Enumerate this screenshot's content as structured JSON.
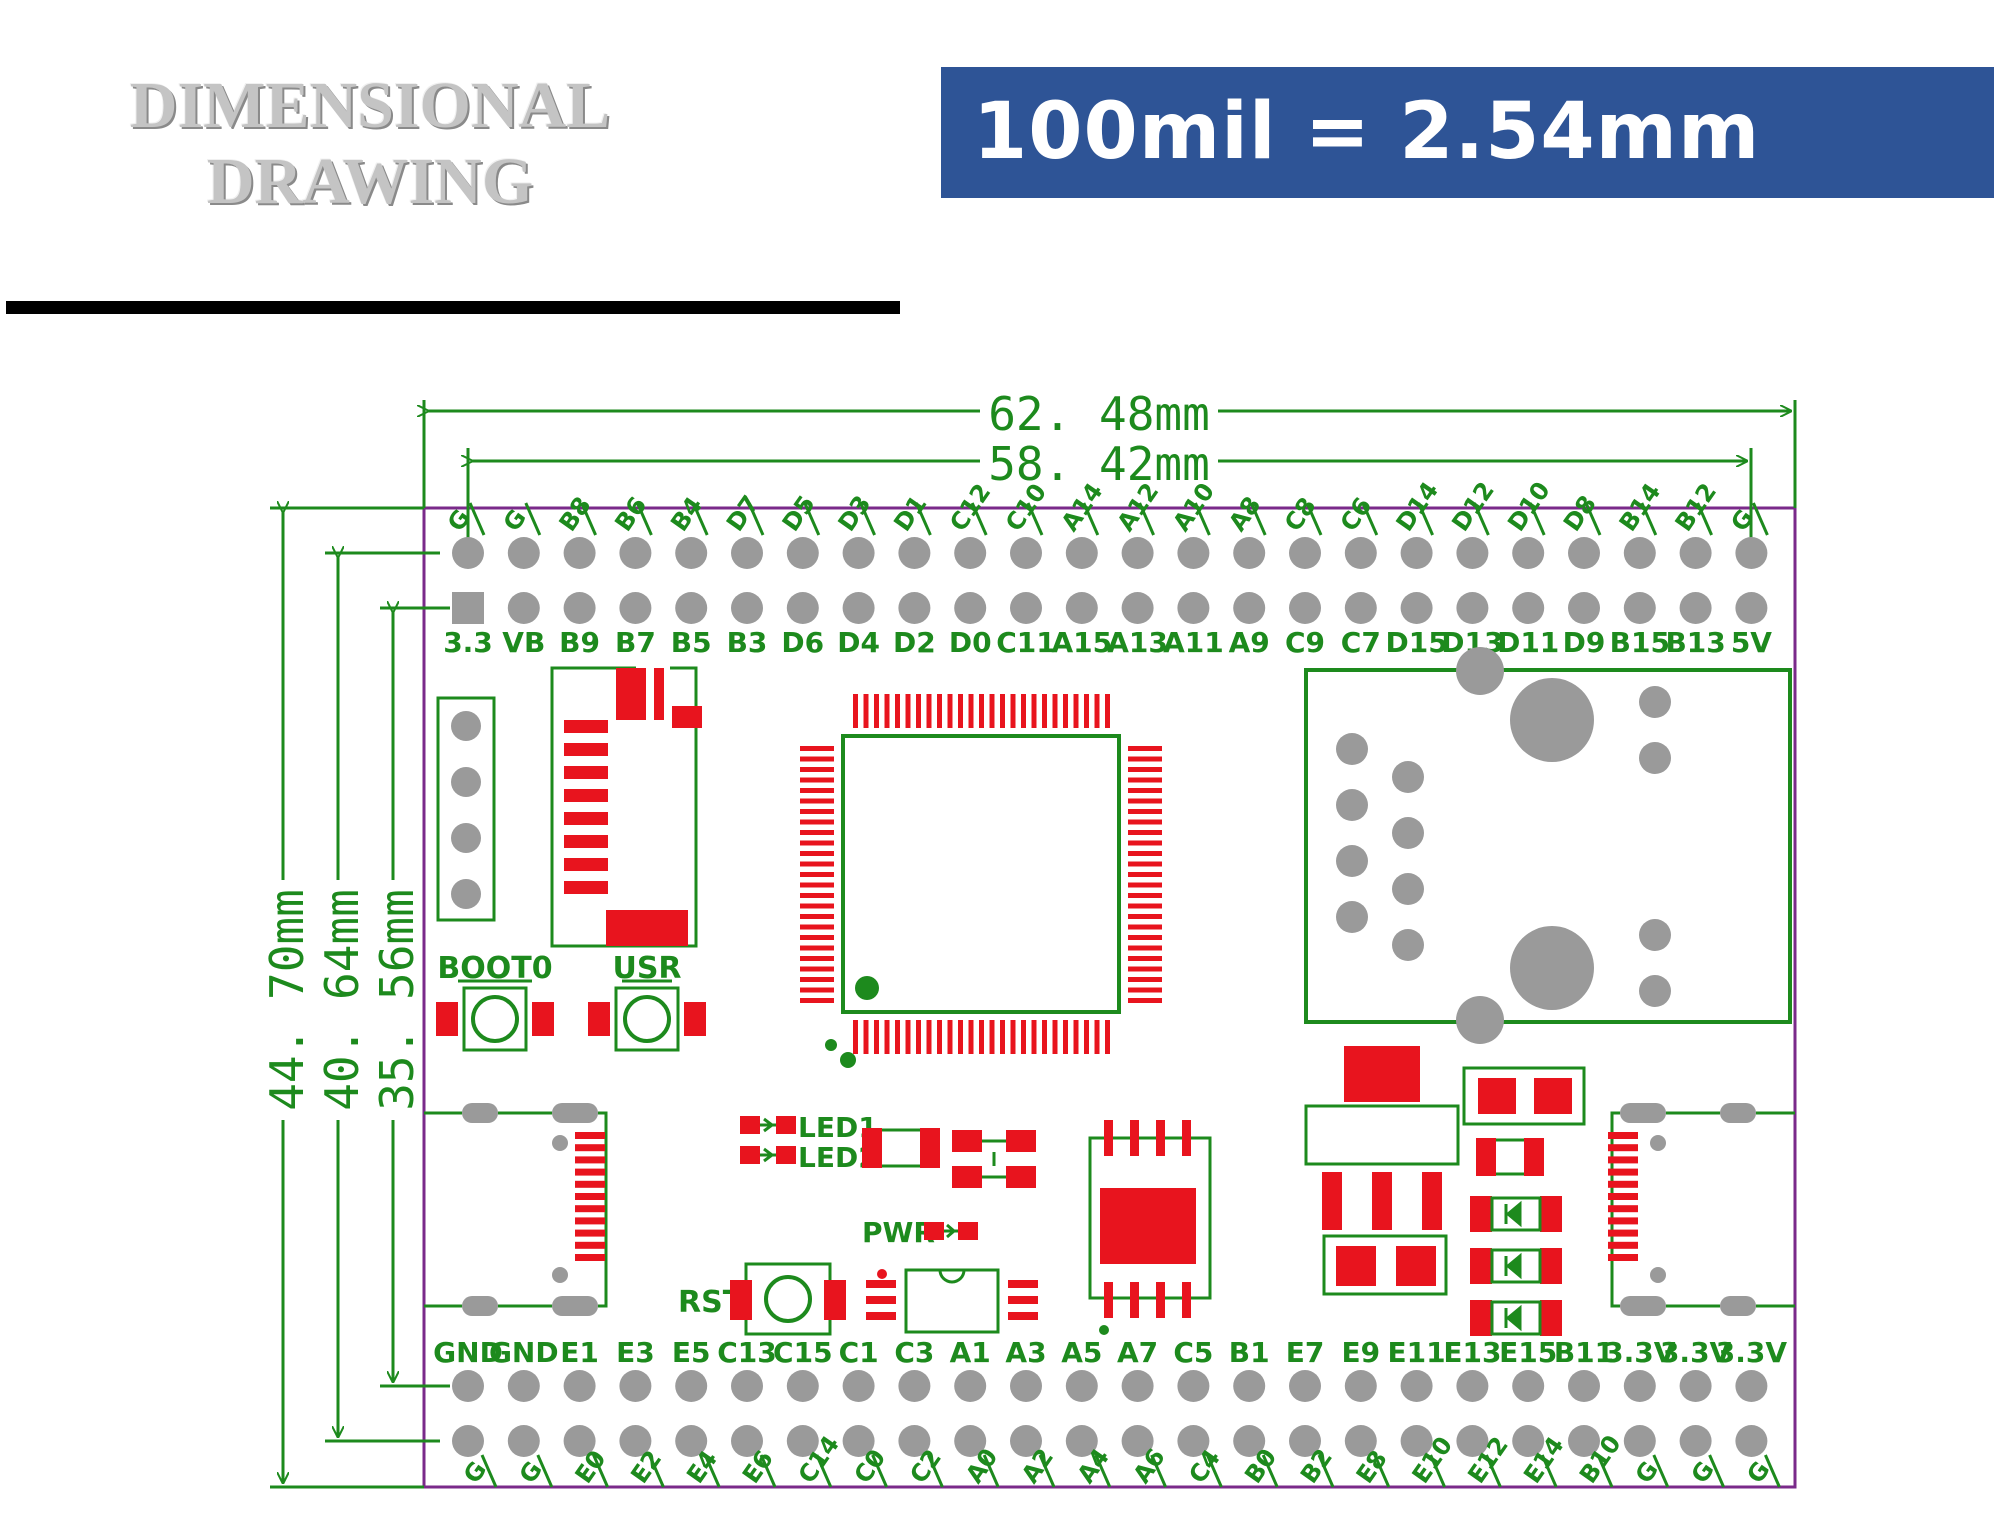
{
  "header": {
    "title_line1": "DIMENSIONAL",
    "title_line2": "DRAWING",
    "banner_text": "100mil = 2.54mm"
  },
  "colors": {
    "banner_bg": "#2e5496",
    "outline": "#1d8a1d",
    "board_edge": "#7a2a8a",
    "pad_red": "#e8141e",
    "pad_grey": "#9a9a9a"
  },
  "dimensions": {
    "width_outer": "62. 48mm",
    "width_inner": "58. 42mm",
    "height_outer": "44. 70mm",
    "height_mid": "40. 64mm",
    "height_inner": "35. 56mm"
  },
  "pins": {
    "top_outer": [
      "G",
      "G",
      "B8",
      "B6",
      "B4",
      "D7",
      "D5",
      "D3",
      "D1",
      "C12",
      "C10",
      "A14",
      "A12",
      "A10",
      "A8",
      "C8",
      "C6",
      "D14",
      "D12",
      "D10",
      "D8",
      "B14",
      "B12",
      "G"
    ],
    "top_inner": [
      "3.3",
      "VB",
      "B9",
      "B7",
      "B5",
      "B3",
      "D6",
      "D4",
      "D2",
      "D0",
      "C11",
      "A15",
      "A13",
      "A11",
      "A9",
      "C9",
      "C7",
      "D15",
      "D13",
      "D11",
      "D9",
      "B15",
      "B13",
      "5V"
    ],
    "bottom_inner": [
      "GND",
      "GND",
      "E1",
      "E3",
      "E5",
      "C13",
      "C15",
      "C1",
      "C3",
      "A1",
      "A3",
      "A5",
      "A7",
      "C5",
      "B1",
      "E7",
      "E9",
      "E11",
      "E13",
      "E15",
      "B11",
      "3.3V",
      "3.3V",
      "3.3V"
    ],
    "bottom_outer": [
      "G",
      "G",
      "E0",
      "E2",
      "E4",
      "E6",
      "C14",
      "C0",
      "C2",
      "A0",
      "A2",
      "A4",
      "A6",
      "C4",
      "B0",
      "B2",
      "E8",
      "E10",
      "E12",
      "E14",
      "B10",
      "G",
      "G",
      "G"
    ]
  },
  "components": {
    "boot_label": "BOOT0",
    "usr_label": "USR",
    "led1_label": "LED1",
    "led2_label": "LED2",
    "pwr_label": "PWR",
    "rst_label": "RST"
  }
}
